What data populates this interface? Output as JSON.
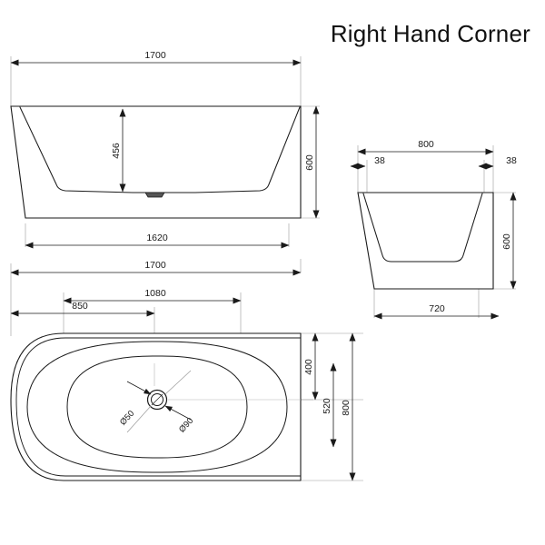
{
  "title": "Right Hand Corner",
  "units": "mm",
  "views": {
    "front_elevation": {
      "name": "front-elevation",
      "dimensions": {
        "overall_width_top": "1700",
        "base_width": "1620",
        "interior_depth": "456",
        "overall_height": "600"
      }
    },
    "side_elevation": {
      "name": "side-elevation",
      "dimensions": {
        "overall_width_top": "800",
        "rim_left": "38",
        "rim_right": "38",
        "overall_height": "600",
        "base_width": "720"
      }
    },
    "plan_view": {
      "name": "plan-view",
      "dimensions": {
        "overall_length": "1700",
        "inner_length": "1080",
        "offset_to_drain": "850",
        "drain_from_top": "400",
        "drain_to_bottom": "520",
        "overall_width": "800"
      },
      "callouts": {
        "waste_small": "Ø50",
        "waste_large": "Ø90"
      }
    }
  },
  "colors": {
    "line": "#1a1a1a",
    "dim_line": "#555555",
    "construction": "#b5b5b5",
    "background": "#ffffff",
    "title_text": "#111111"
  }
}
